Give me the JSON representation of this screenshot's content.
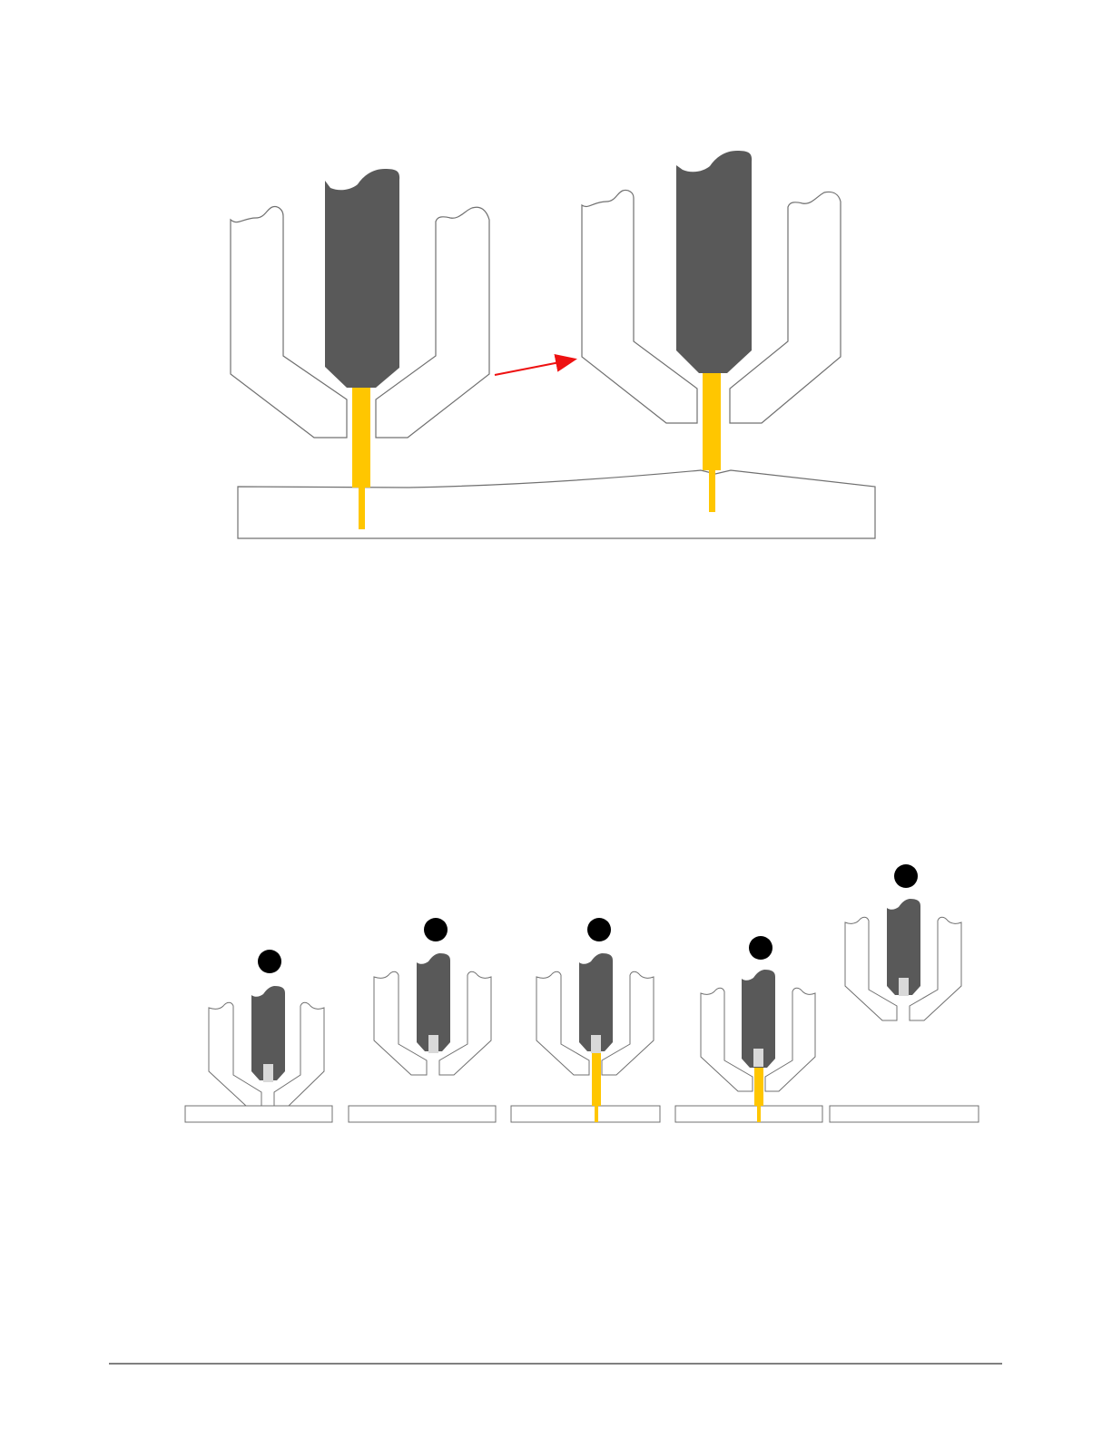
{
  "figure": {
    "top_panel": {
      "stages": [
        "before-move",
        "after-move"
      ],
      "motion_arrow": "red-arrow"
    },
    "bottom_panel": {
      "steps": [
        {
          "filament": "retracted",
          "nozzle_contact": "on-bed"
        },
        {
          "filament": "retracted",
          "nozzle_contact": "raised"
        },
        {
          "filament": "extruded-into-bed",
          "nozzle_contact": "raised"
        },
        {
          "filament": "extruded-short",
          "nozzle_contact": "raised"
        },
        {
          "filament": "retracted",
          "nozzle_contact": "lifted-away"
        }
      ],
      "step_marker": "black-dot"
    }
  },
  "colors": {
    "nozzle_body": "#595959",
    "filament": "#FFC600",
    "retracted_filament": "#D9D9D9",
    "outline": "#707070",
    "arrow": "#EE1111",
    "marker": "#000000",
    "footer_rule": "#000000"
  }
}
